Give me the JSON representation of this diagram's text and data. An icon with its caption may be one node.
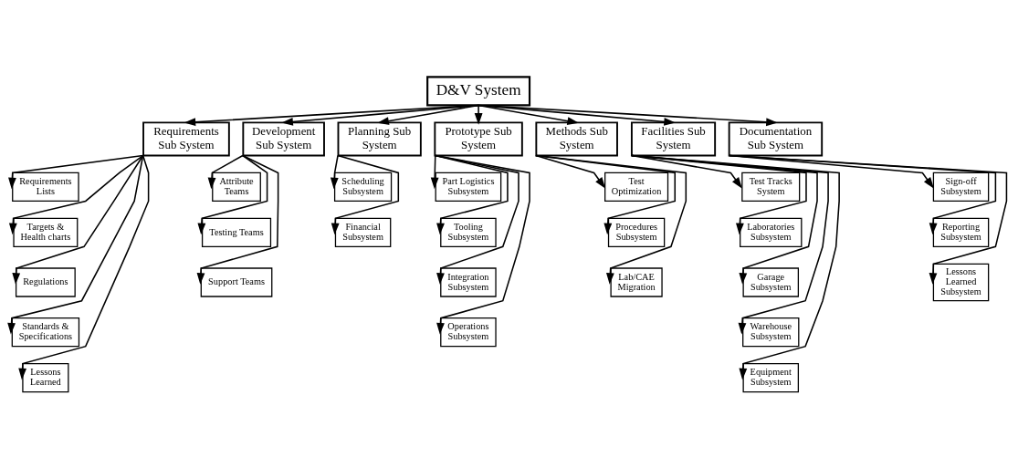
{
  "diagram": {
    "nodes": [
      {
        "text": [
          "D&V System"
        ]
      },
      {
        "text": [
          "Requirements Sub System"
        ]
      },
      {
        "text": [
          "Development Sub System"
        ]
      },
      {
        "text": [
          "Planning Sub System"
        ]
      },
      {
        "text": [
          "Prototype Sub System"
        ]
      },
      {
        "text": [
          "Methods Sub System"
        ]
      },
      {
        "text": [
          "Facilities Sub System"
        ]
      },
      {
        "text": [
          "Documentation Sub System"
        ]
      },
      {
        "text": [
          "Requirements Lists"
        ]
      },
      {
        "text": [
          "Targets & Health charts"
        ]
      },
      {
        "text": [
          "Regulations"
        ]
      },
      {
        "text": [
          "Standards & Specifications"
        ]
      },
      {
        "text": [
          "Lessons Learned"
        ]
      },
      {
        "text": [
          "Attribute Teams"
        ]
      },
      {
        "text": [
          "Testing Teams"
        ]
      },
      {
        "text": [
          "Support Teams"
        ]
      },
      {
        "text": [
          "Scheduling Subsystem"
        ]
      },
      {
        "text": [
          "Financial Subsystem"
        ]
      },
      {
        "text": [
          "Part Logistics Subsystem"
        ]
      },
      {
        "text": [
          "Tooling Subsystem"
        ]
      },
      {
        "text": [
          "Integration Subsystem"
        ]
      },
      {
        "text": [
          "Operations Subsystem"
        ]
      },
      {
        "text": [
          "Test Optimization"
        ]
      },
      {
        "text": [
          "Procedures Subsystem"
        ]
      },
      {
        "text": [
          "Lab/CAE Migration"
        ]
      },
      {
        "text": [
          "Test Tracks System"
        ]
      },
      {
        "text": [
          "Laboratories Subsystem"
        ]
      },
      {
        "text": [
          "Garage Subsystem"
        ]
      },
      {
        "text": [
          "Warehouse Subsystem"
        ]
      },
      {
        "text": [
          "Equipment Subsystem"
        ]
      },
      {
        "text": [
          "Sign-off Subsystem"
        ]
      },
      {
        "text": [
          "Reporting Subsystem"
        ]
      },
      {
        "text": [
          "Lessons Learned Subsystem"
        ]
      }
    ],
    "edges": [
      {
        "from": 0,
        "to": 1,
        "arrow": "to"
      },
      {
        "from": 0,
        "to": 2,
        "arrow": "to"
      },
      {
        "from": 0,
        "to": 3,
        "arrow": "to"
      },
      {
        "from": 0,
        "to": 4,
        "arrow": "to"
      },
      {
        "from": 0,
        "to": 5,
        "arrow": "to"
      },
      {
        "from": 0,
        "to": 6,
        "arrow": "to"
      },
      {
        "from": 0,
        "to": 7,
        "arrow": "to"
      },
      {
        "from": 1,
        "to": 8,
        "arrow": "to"
      },
      {
        "from": 1,
        "to": 9,
        "arrow": "to"
      },
      {
        "from": 1,
        "to": 10,
        "arrow": "to"
      },
      {
        "from": 1,
        "to": 11,
        "arrow": "to"
      },
      {
        "from": 1,
        "to": 12,
        "arrow": "to"
      },
      {
        "from": 2,
        "to": 13,
        "arrow": "to"
      },
      {
        "from": 2,
        "to": 14,
        "arrow": "to"
      },
      {
        "from": 2,
        "to": 15,
        "arrow": "to"
      },
      {
        "from": 3,
        "to": 16,
        "arrow": "to"
      },
      {
        "from": 3,
        "to": 17,
        "arrow": "to"
      },
      {
        "from": 4,
        "to": 18,
        "arrow": "to"
      },
      {
        "from": 4,
        "to": 19,
        "arrow": "to"
      },
      {
        "from": 4,
        "to": 20,
        "arrow": "to"
      },
      {
        "from": 4,
        "to": 21,
        "arrow": "to"
      },
      {
        "from": 5,
        "to": 22,
        "arrow": "to"
      },
      {
        "from": 5,
        "to": 23,
        "arrow": "to"
      },
      {
        "from": 5,
        "to": 24,
        "arrow": "to"
      },
      {
        "from": 6,
        "to": 25,
        "arrow": "to"
      },
      {
        "from": 6,
        "to": 26,
        "arrow": "to"
      },
      {
        "from": 6,
        "to": 27,
        "arrow": "to"
      },
      {
        "from": 6,
        "to": 28,
        "arrow": "to"
      },
      {
        "from": 6,
        "to": 29,
        "arrow": "to"
      },
      {
        "from": 7,
        "to": 30,
        "arrow": "to"
      },
      {
        "from": 7,
        "to": 31,
        "arrow": "to"
      },
      {
        "from": 7,
        "to": 32,
        "arrow": "to"
      }
    ]
  }
}
